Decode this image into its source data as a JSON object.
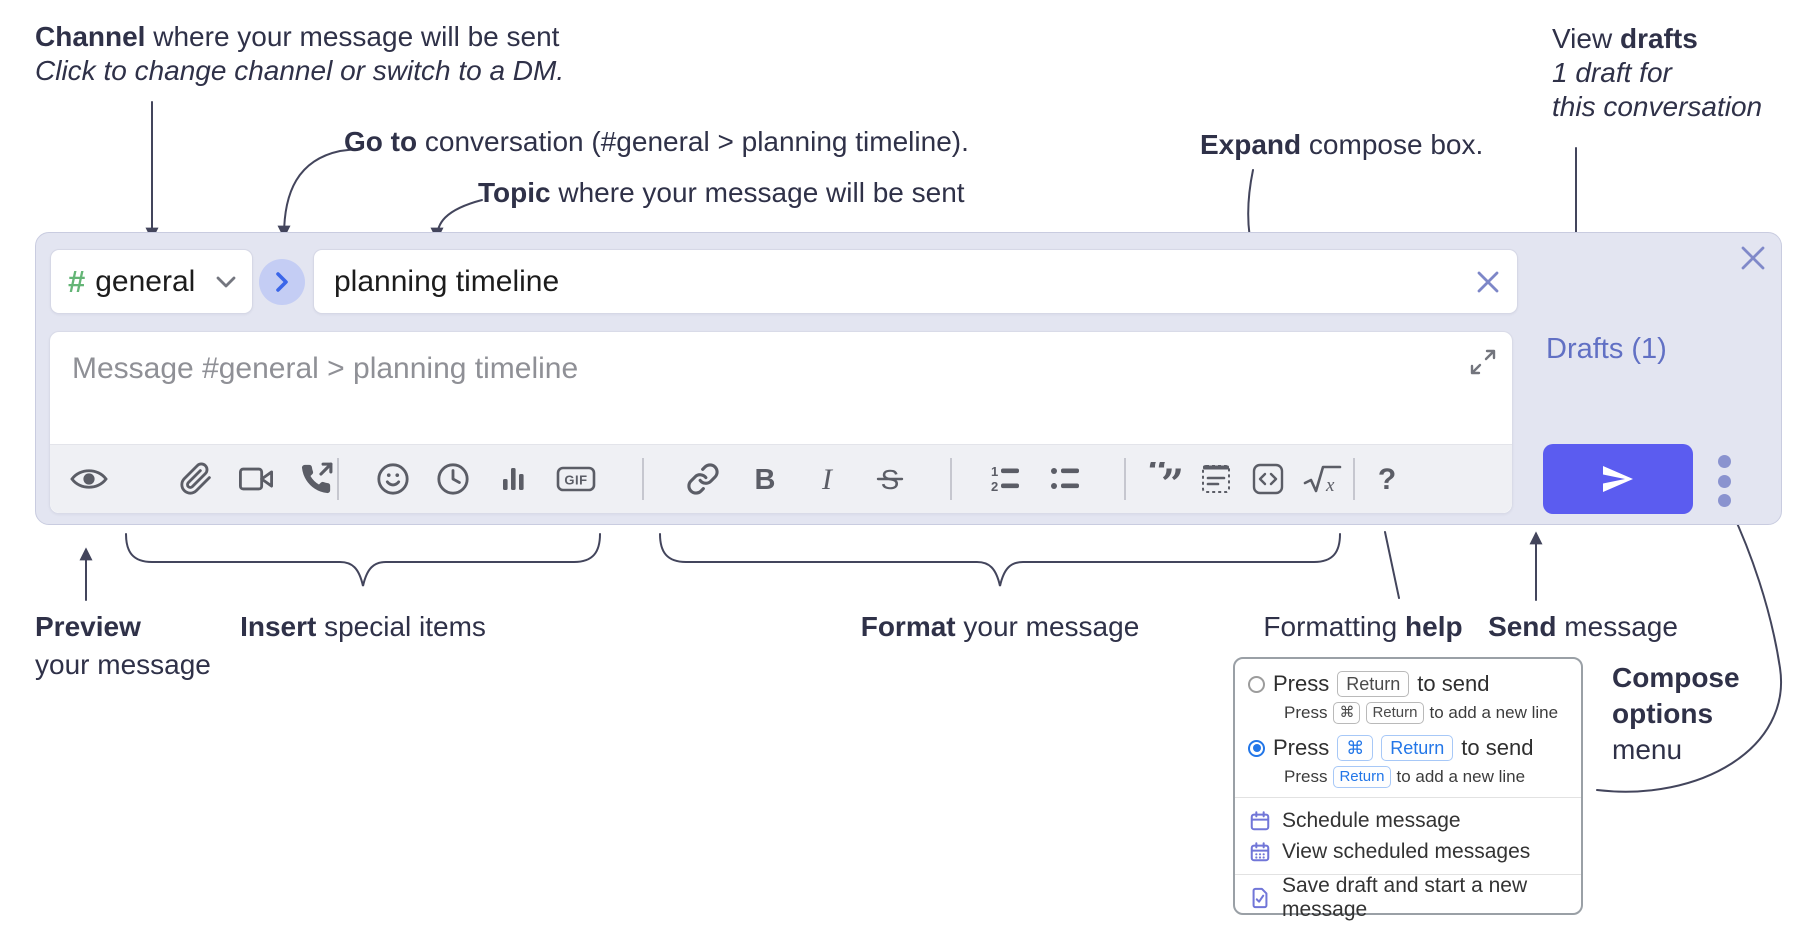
{
  "annotations": {
    "channel": {
      "bold": "Channel",
      "rest": " where your message will be sent",
      "line2": "Click to change channel or switch to a DM."
    },
    "go_to": {
      "bold": "Go to",
      "rest": " conversation (#general > planning timeline)."
    },
    "topic": {
      "bold": "Topic",
      "rest": " where your message will be sent"
    },
    "expand": {
      "bold": "Expand",
      "rest": " compose box."
    },
    "view_drafts": {
      "pre": "View ",
      "bold": "drafts",
      "line2": "1 draft for",
      "line3": "this conversation"
    },
    "preview": {
      "bold": "Preview",
      "line2": "your message"
    },
    "insert": {
      "bold": "Insert",
      "rest": " special items"
    },
    "format": {
      "bold": "Format",
      "rest": " your message"
    },
    "formatting_help": {
      "pre": "Formatting ",
      "bold": "help"
    },
    "send": {
      "bold": "Send",
      "rest": " message"
    },
    "compose_options": {
      "line1": "Compose",
      "line2": "options",
      "line3": "menu"
    }
  },
  "compose": {
    "channel_hash": "#",
    "channel_name": "general",
    "topic_value": "planning timeline",
    "message_placeholder": "Message #general > planning timeline",
    "drafts_label": "Drafts (1)",
    "toolbar": {
      "gif": "GIF",
      "bold": "B",
      "italic": "I",
      "strike": "S",
      "ol_1": "1",
      "ol_2": "2",
      "quote_open": "“",
      "quote_close": "”",
      "math_x": "x",
      "help": "?"
    }
  },
  "popup": {
    "option_enter": {
      "pre": "Press",
      "kbd": "Return",
      "post": "to send",
      "sub_pre": "Press",
      "sub_kbd_cmd": "⌘",
      "sub_kbd_return": "Return",
      "sub_post": "to add a new line"
    },
    "option_cmd_enter": {
      "pre": "Press",
      "kbd_cmd": "⌘",
      "kbd_return": "Return",
      "post": "to send",
      "sub_pre": "Press",
      "sub_kbd": "Return",
      "sub_post": "to add a new line"
    },
    "schedule": "Schedule message",
    "view_scheduled": "View scheduled messages",
    "save_draft": "Save draft and start a new message"
  },
  "colors": {
    "compose_bg": "#e3e5f1",
    "send_accent": "#5b5cf0",
    "link_purple": "#6170c4",
    "radio_selected": "#2276e8",
    "hash_green": "#64b576",
    "menu_icon_purple": "#7176d8"
  }
}
